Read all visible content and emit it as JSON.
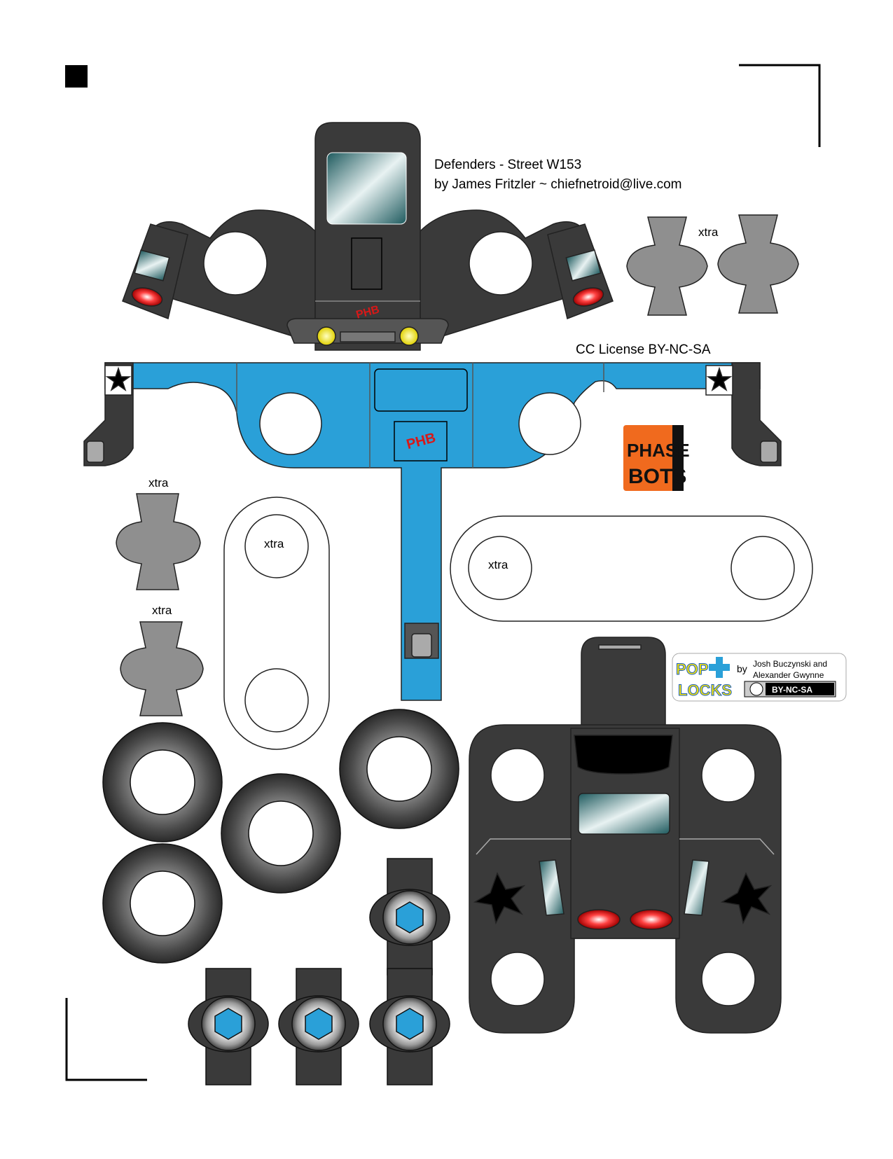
{
  "header": {
    "title": "Defenders - Street W153",
    "credit": "by James Fritzler  ~  chiefnetroid@live.com",
    "license": "CC License  BY-NC-SA"
  },
  "extra_label": "xtra",
  "logos": {
    "phasebots": {
      "line1": "PHASE",
      "line2": "BOTS",
      "color": "#f06a1e"
    },
    "poplocks": {
      "line1": "POP",
      "line2": "LOCKS",
      "by": "by",
      "authors_1": "Josh Buczynski and",
      "authors_2": "Alexander Gwynne",
      "license_badge": "BY-NC-SA"
    },
    "phb_emblem": "PHB"
  },
  "colors": {
    "body_dark": "#3a3a3a",
    "body_blue": "#2aa0d8",
    "grey_part": "#8f8f8f",
    "glass": "#4a8a8c",
    "tail_light": "#d81818",
    "head_light": "#f0e010"
  }
}
